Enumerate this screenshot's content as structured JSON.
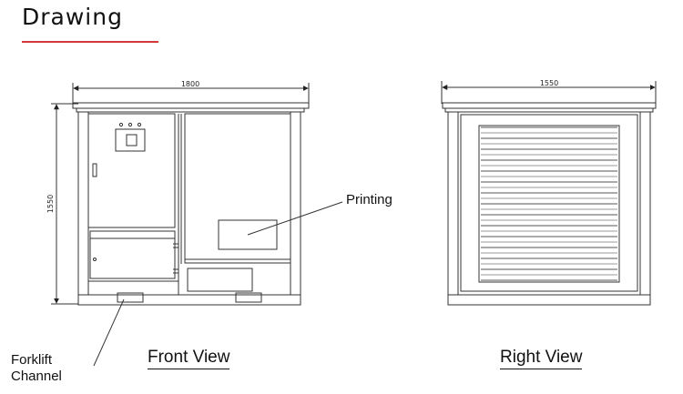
{
  "header": {
    "title": "Drawing",
    "accent_color": "#d23a3a"
  },
  "front_view": {
    "label": "Front View",
    "width_dim": "1800",
    "height_dim": "1550"
  },
  "right_view": {
    "label": "Right View",
    "width_dim": "1550"
  },
  "callouts": {
    "printing": "Printing",
    "forklift_line1": "Forklift",
    "forklift_line2": "Channel"
  }
}
